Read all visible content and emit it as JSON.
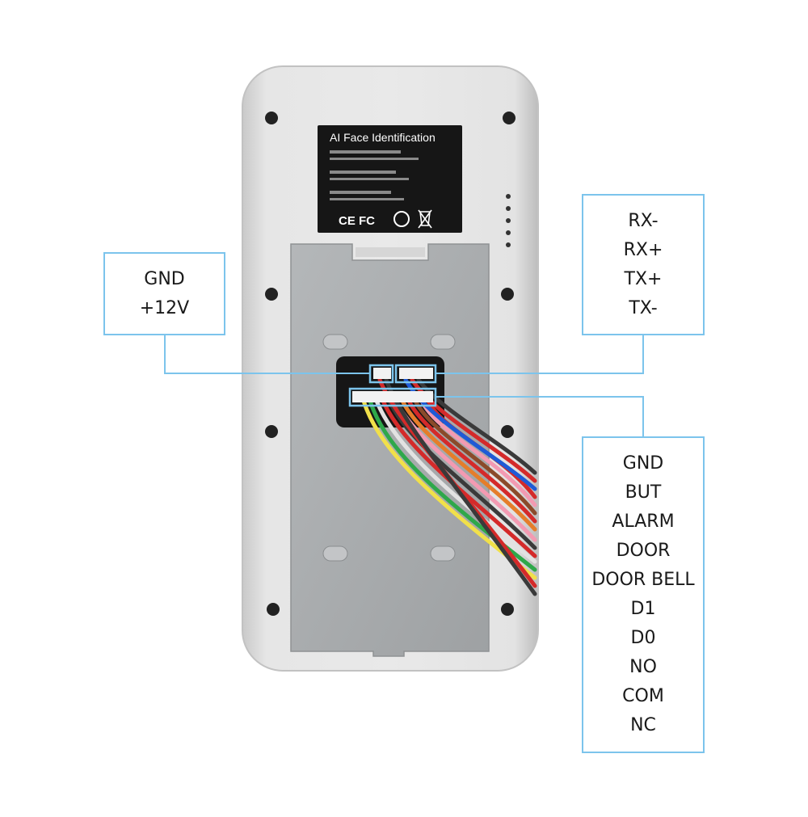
{
  "label_plate": {
    "title": "AI Face  Identification",
    "cert_marks": "CE FC"
  },
  "callouts": {
    "power": [
      "GND",
      "+12V"
    ],
    "serial": [
      "RX-",
      "RX+",
      "TX+",
      "TX-"
    ],
    "io": [
      "GND",
      "BUT",
      "ALARM",
      "DOOR",
      "DOOR BELL",
      "D1",
      "D0",
      "NO",
      "COM",
      "NC"
    ]
  },
  "colors": {
    "callout_border": "#7cc4ec",
    "device_body": "#dcdcdc",
    "back_plate": "#a9acae",
    "label_plate": "#161616"
  }
}
